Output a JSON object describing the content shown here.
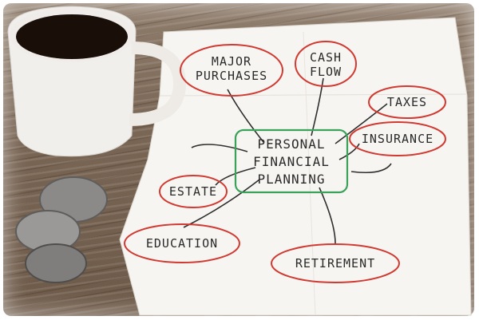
{
  "napkin": {
    "center": [
      "PERSONAL",
      "FINANCIAL",
      "PLANNING"
    ],
    "nodes": {
      "major_purchases": [
        "MAJOR",
        "PURCHASES"
      ],
      "cash_flow": [
        "CASH",
        "FLOW"
      ],
      "taxes": "TAXES",
      "insurance": "INSURANCE",
      "estate": "ESTATE",
      "education": "EDUCATION",
      "retirement": "RETIREMENT"
    }
  },
  "colors": {
    "bubble_outline": "#d03a32",
    "center_outline": "#3aa25a",
    "ink": "#2a2a2a",
    "coffee": "#1a0e08",
    "napkin": "#f7f5f1"
  }
}
